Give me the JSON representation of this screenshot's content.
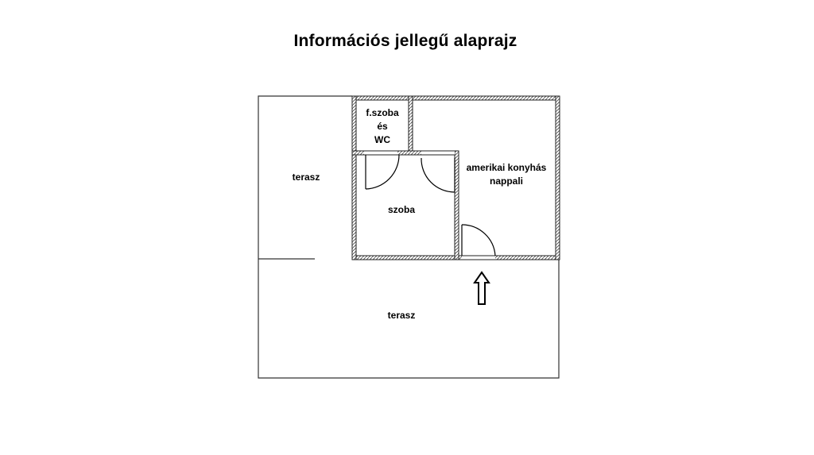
{
  "title": "Információs jellegű alaprajz",
  "rooms": {
    "terrace_left": "terasz",
    "bathroom_line1": "f.szoba",
    "bathroom_line2": "és",
    "bathroom_line3": "WC",
    "kitchen_line1": "amerikai konyhás",
    "kitchen_line2": "nappali",
    "bedroom": "szoba",
    "terrace_bottom": "terasz"
  },
  "icons": {
    "entrance": "up-arrow-icon"
  }
}
